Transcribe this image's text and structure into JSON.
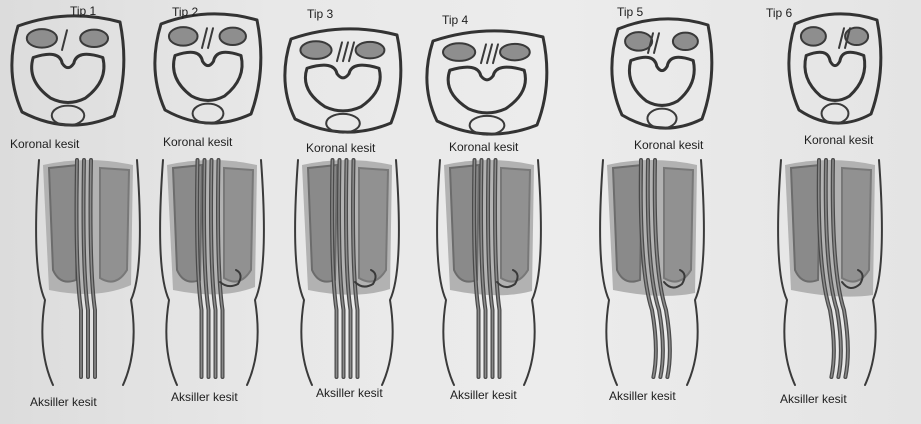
{
  "panels": [
    {
      "tip": "Tip 1",
      "coronal": "Koronal kesit",
      "axial": "Aksiller kesit"
    },
    {
      "tip": "Tip 2",
      "coronal": "Koronal kesit",
      "axial": "Aksiller kesit"
    },
    {
      "tip": "Tip 3",
      "coronal": "Koronal kesit",
      "axial": "Aksiller kesit"
    },
    {
      "tip": "Tip 4",
      "coronal": "Koronal kesit",
      "axial": "Aksiller kesit"
    },
    {
      "tip": "Tip 5",
      "coronal": "Koronal kesit",
      "axial": "Aksiller kesit"
    },
    {
      "tip": "Tip 6",
      "coronal": "Koronal kesit",
      "axial": "Aksiller kesit"
    }
  ],
  "colors": {
    "ink": "#333333",
    "shading": "#8e8e8e",
    "background": "#e6e6e6"
  }
}
